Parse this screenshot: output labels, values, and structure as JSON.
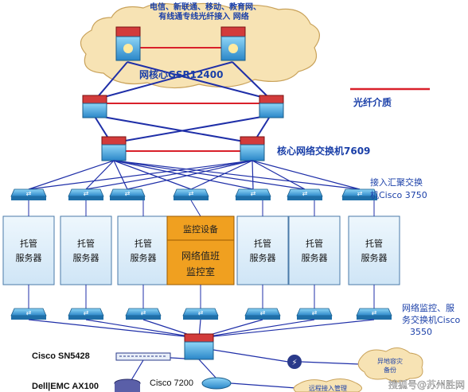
{
  "cloud_top_line1": "电信、新联通、移动、教育网、",
  "cloud_top_line2": "有线通专线光纤接入 网络",
  "core_label": "网核心GSR12400",
  "legend_label": "光纤介质",
  "core_switch_label": "核心网络交换机7609",
  "access_switch_label_line1": "接入汇聚交换",
  "access_switch_label_line2": "机Cisco 3750",
  "hosting_box_line1": "托管",
  "hosting_box_line2": "服务器",
  "monitor_top": "监控设备",
  "monitor_line1": "网络值班",
  "monitor_line2": "监控室",
  "monitor_switch_label_line1": "网络监控、服",
  "monitor_switch_label_line2": "务交换机Cisco",
  "monitor_switch_label_line3": "3550",
  "cisco_sn": "Cisco SN5428",
  "dell_emc": "Dell|EMC AX100",
  "cisco_7200": "Cisco 7200",
  "remote_backup_line1": "异地容灾",
  "remote_backup_line2": "备份",
  "remote_access": "远程接入管理",
  "watermark": "搜狐号@苏州胜网",
  "colors": {
    "fiber_red": "#d9202a",
    "link_blue": "#1f2fa8",
    "cloud_fill": "#f7e3b4",
    "box_fill": "#d9ecfa",
    "monitor_fill": "#f0a020"
  }
}
